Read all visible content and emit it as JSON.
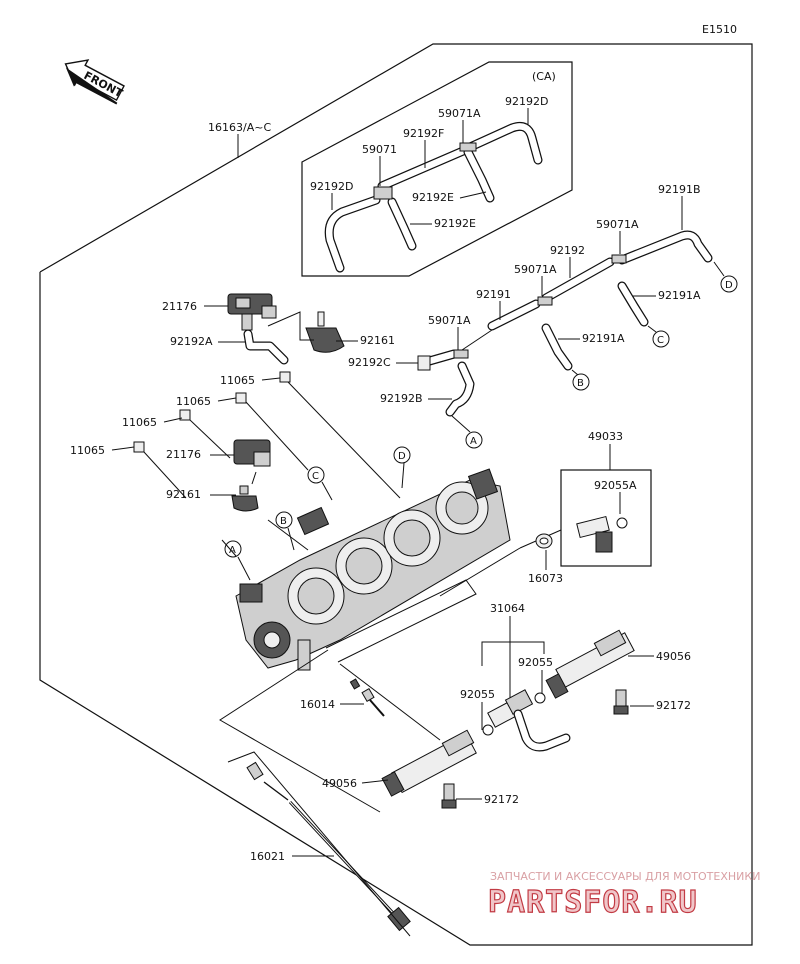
{
  "diagram_code": "E1510",
  "front_label": "FRONT",
  "variant_label": "(CA)",
  "labels": {
    "16163": "16163/A~C",
    "59071A_ca": "59071A",
    "92192D_top": "92192D",
    "59071_ca": "59071",
    "92192F": "92192F",
    "92192D_left": "92192D",
    "92192E_1": "92192E",
    "92192E_2": "92192E",
    "92191B": "92191B",
    "59071A_r1": "59071A",
    "92192": "92192",
    "59071A_r2": "59071A",
    "92191A_1": "92191A",
    "92191": "92191",
    "59071A_r3": "59071A",
    "92191A_2": "92191A",
    "21176_top": "21176",
    "92161_top": "92161",
    "92192A": "92192A",
    "92192C": "92192C",
    "11065_1": "11065",
    "92192B": "92192B",
    "11065_2": "11065",
    "11065_3": "11065",
    "11065_4": "11065",
    "21176_mid": "21176",
    "92161_mid": "92161",
    "49033": "49033",
    "92055A": "92055A",
    "16073": "16073",
    "31064": "31064",
    "92055_r": "92055",
    "92055_l": "92055",
    "49056_r": "49056",
    "92172_r": "92172",
    "16014": "16014",
    "49056_l": "49056",
    "92172_l": "92172",
    "16021": "16021"
  },
  "ref_markers": {
    "A1": "A",
    "B1": "B",
    "C1": "C",
    "D1": "D",
    "A2": "A",
    "B2": "B",
    "C2": "C",
    "D2": "D"
  },
  "watermark": {
    "caption": "ЗАПЧАСТИ И АКСЕССУАРЫ ДЛЯ МОТОТЕХНИКИ",
    "brand": "PARTSFOR.RU"
  }
}
